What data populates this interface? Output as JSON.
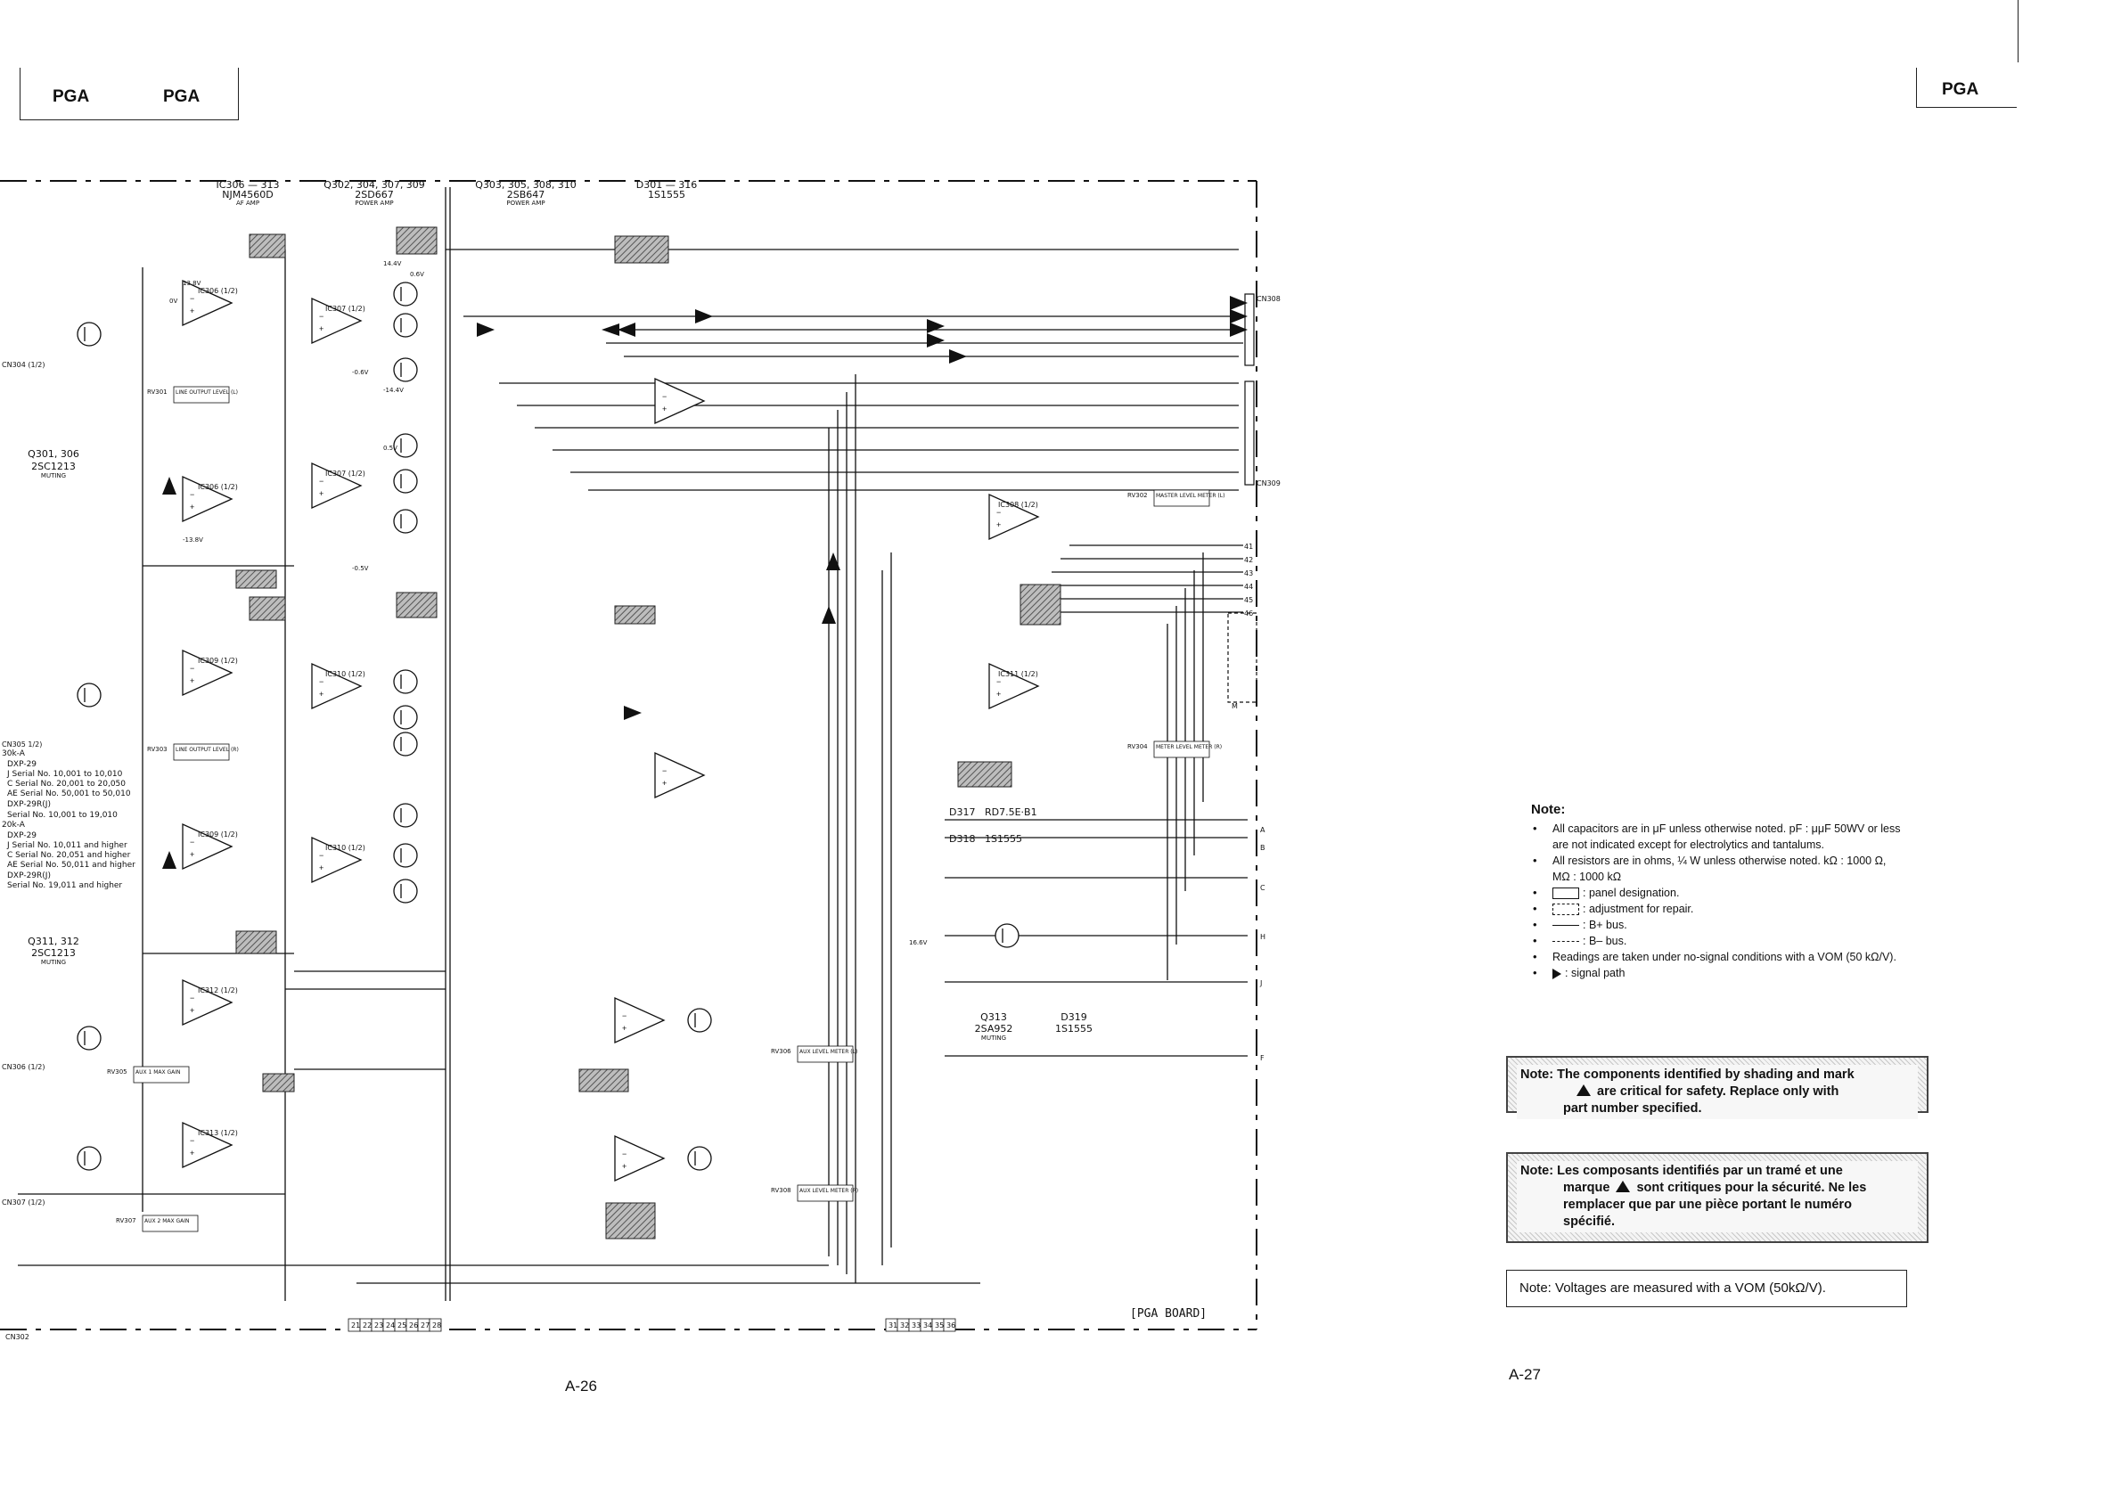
{
  "header": {
    "left_label_1": "PGA",
    "left_label_2": "PGA",
    "right_label": "PGA"
  },
  "schematic": {
    "board_label": "[PGA BOARD]",
    "columns": [
      {
        "ref": "IC306 — 313",
        "part": "NJM4560D",
        "role": "AF AMP"
      },
      {
        "ref": "Q302, 304, 307, 309",
        "part": "2SD667",
        "role": "POWER AMP"
      },
      {
        "ref": "Q303, 305, 308, 310",
        "part": "2SB647",
        "role": "POWER AMP"
      },
      {
        "ref": "D301 — 316",
        "part": "1S1555",
        "role": ""
      }
    ],
    "connectors": {
      "cn308": "CN308",
      "cn309": "CN309",
      "cn302": "CN302",
      "cn304": "CN304 (1/2)",
      "cn305": "CN305 1/2)",
      "cn306": "CN306 (1/2)",
      "cn307": "CN307 (1/2)"
    },
    "transistor_groups": [
      {
        "ref": "Q301, 306",
        "part": "2SC1213",
        "role": "MUTING"
      },
      {
        "ref": "Q311, 312",
        "part": "2SC1213",
        "role": "MUTING"
      },
      {
        "ref": "Q313",
        "part": "2SA952",
        "role": "MUTING"
      }
    ],
    "diodes": [
      {
        "ref": "D317",
        "part": "RD7.5E·B1"
      },
      {
        "ref": "D318",
        "part": "1S1555"
      },
      {
        "ref": "D319",
        "part": "1S1555"
      }
    ],
    "variant_notes": [
      "30k-A",
      "DXP-29",
      "J Serial No. 10,001 to 10,010",
      "C Serial No. 20,001 to 20,050",
      "AE Serial No. 50,001 to 50,010",
      "DXP-29R(J)",
      "Serial No. 10,001 to 19,010",
      "20k-A",
      "DXP-29",
      "J Serial No. 10,011 and higher",
      "C Serial No. 20,051 and higher",
      "AE Serial No. 50,011 and higher",
      "DXP-29R(J)",
      "Serial No. 19,011 and higher"
    ],
    "controls": [
      {
        "ref": "RV301",
        "label": "LINE OUTPUT LEVEL (L)"
      },
      {
        "ref": "RV303",
        "label": "LINE OUTPUT LEVEL (R)"
      },
      {
        "ref": "RV305",
        "label": "AUX 1 MAX GAIN"
      },
      {
        "ref": "RV307",
        "label": "AUX 2 MAX GAIN"
      },
      {
        "ref": "RV302",
        "label": "MASTER LEVEL METER (L)"
      },
      {
        "ref": "RV304",
        "label": "METER LEVEL METER (R)"
      },
      {
        "ref": "RV306",
        "label": "AUX LEVEL METER (L)"
      },
      {
        "ref": "RV308",
        "label": "AUX LEVEL METER (R)"
      }
    ],
    "ic_labels": [
      "IC306 (1/2)",
      "IC307 (1/2)",
      "IC306 (1/2)",
      "IC307 (1/2)",
      "IC309 (1/2)",
      "IC310 (1/2)",
      "IC309 (1/2)",
      "IC310 (1/2)",
      "IC312 (1/2)",
      "IC313 (1/2)",
      "IC308 (1/2)",
      "IC311 (1/2)"
    ],
    "rail_voltages": [
      "13.8V",
      "-13.8V",
      "14.4V",
      "-14.4V",
      "16.6V",
      "0V",
      "0.6V",
      "-0.6V",
      "0.5V",
      "-0.5V"
    ],
    "pin_numbers_bottom": [
      "21",
      "22",
      "23",
      "24",
      "25",
      "26",
      "27",
      "28"
    ],
    "pin_numbers_bottom_right": [
      "31",
      "32",
      "33",
      "34",
      "35",
      "36"
    ],
    "pin_numbers_right": [
      "41",
      "42",
      "43",
      "44",
      "45",
      "46"
    ],
    "bus_letters": [
      "A",
      "B",
      "C",
      "H",
      "J",
      "F",
      "M"
    ]
  },
  "notes": {
    "title": "Note:",
    "items": [
      {
        "type": "text",
        "text": "All capacitors are in μF unless otherwise noted. pF : μμF 50WV or less are not indicated except for electrolytics and tantalums."
      },
      {
        "type": "text",
        "text": "All resistors are in ohms, ¼ W unless otherwise noted. kΩ : 1000 Ω, MΩ : 1000 kΩ"
      },
      {
        "type": "box",
        "text": ": panel designation."
      },
      {
        "type": "dashed-box",
        "text": ": adjustment for repair."
      },
      {
        "type": "line",
        "text": ": B+ bus."
      },
      {
        "type": "dash-line",
        "text": ": B– bus."
      },
      {
        "type": "text",
        "text": "Readings are taken under no-signal conditions with a VOM (50 kΩ/V)."
      },
      {
        "type": "arrow",
        "text": ": signal path"
      }
    ]
  },
  "safety_note_en": {
    "prefix": "Note:",
    "line1": "The components identified by shading and mark",
    "line2": "are critical for safety. Replace only with",
    "line3": "part number specified."
  },
  "safety_note_fr": {
    "prefix": "Note:",
    "line1": "Les composants identifiés par un tramé et une",
    "line2_a": "marque",
    "line2_b": "sont critiques pour la sécurité. Ne les",
    "line3": "remplacer que par une pièce portant le numéro",
    "line4": "spécifié."
  },
  "voltage_note": "Note:  Voltages are measured with a VOM (50kΩ/V).",
  "page_numbers": {
    "left": "A-26",
    "right": "A-27"
  }
}
